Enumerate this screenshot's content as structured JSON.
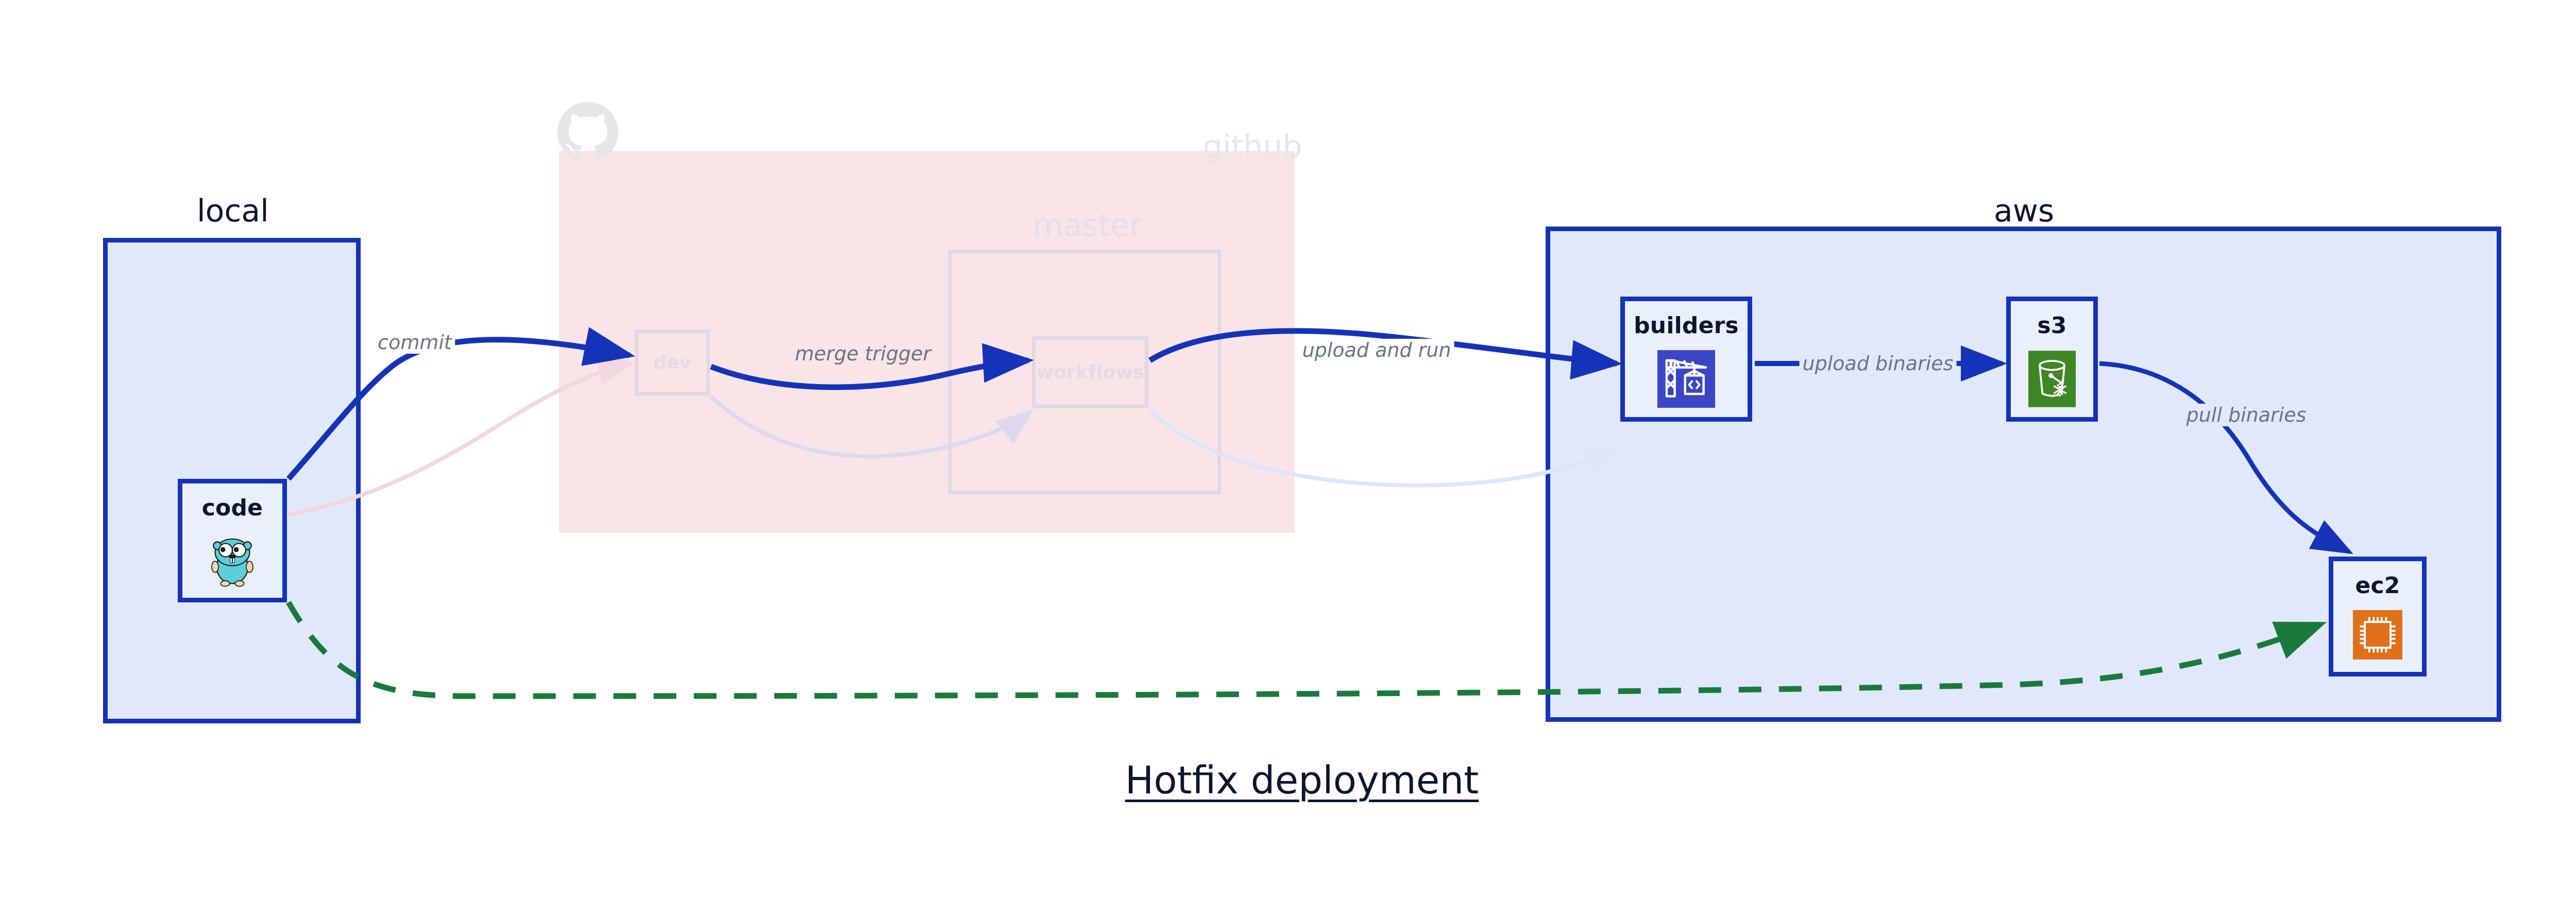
{
  "diagram": {
    "title": "Hotfix deployment",
    "colors": {
      "solid_border": "#1433b8",
      "solid_fill": "#e2e8fb",
      "node_fill": "#eaeffc",
      "faded_pink_fill": "#f9e4e8",
      "faded_border": "#e3d7e4",
      "arrow_blue": "#1433b8",
      "arrow_green": "#1a7a3c",
      "label_grey": "#6b7280",
      "builders_icon_bg": "#3b46c4",
      "s3_icon_bg": "#3f8624",
      "ec2_icon_bg": "#e0701a",
      "github_logo_grey": "#e6e6e6"
    }
  },
  "groups": [
    {
      "id": "local",
      "label": "local",
      "state": "active"
    },
    {
      "id": "github",
      "label": "github",
      "state": "faded"
    },
    {
      "id": "master",
      "label": "master",
      "state": "faded"
    },
    {
      "id": "aws",
      "label": "aws",
      "state": "active"
    }
  ],
  "nodes": [
    {
      "id": "code",
      "label": "code",
      "icon": "go-gopher-icon",
      "state": "active"
    },
    {
      "id": "dev",
      "label": "dev",
      "icon": "none",
      "state": "faded"
    },
    {
      "id": "workflows",
      "label": "workflows",
      "icon": "none",
      "state": "faded"
    },
    {
      "id": "builders",
      "label": "builders",
      "icon": "crane-code-icon",
      "state": "active"
    },
    {
      "id": "s3",
      "label": "s3",
      "icon": "s3-bucket-glacier-icon",
      "state": "active"
    },
    {
      "id": "ec2",
      "label": "ec2",
      "icon": "cpu-chip-icon",
      "state": "active"
    }
  ],
  "edges": [
    {
      "id": "commit",
      "label": "commit",
      "from": "code",
      "to": "dev",
      "style": "solid",
      "color": "#1433b8",
      "state": "active"
    },
    {
      "id": "merge-trigger",
      "label": "merge trigger",
      "from": "dev",
      "to": "workflows",
      "style": "solid",
      "color": "#1433b8",
      "state": "active"
    },
    {
      "id": "upload-and-run",
      "label": "upload and run",
      "from": "workflows",
      "to": "builders",
      "style": "solid",
      "color": "#1433b8",
      "state": "active"
    },
    {
      "id": "upload-binaries",
      "label": "upload binaries",
      "from": "builders",
      "to": "s3",
      "style": "solid",
      "color": "#1433b8",
      "state": "active"
    },
    {
      "id": "pull-binaries",
      "label": "pull binaries",
      "from": "s3",
      "to": "ec2",
      "style": "solid",
      "color": "#1433b8",
      "state": "active"
    },
    {
      "id": "hotfix-direct",
      "label": "",
      "from": "code",
      "to": "ec2",
      "style": "dashed",
      "color": "#1a7a3c",
      "state": "active"
    },
    {
      "id": "ghost-code-dev",
      "label": "",
      "from": "code",
      "to": "dev",
      "style": "solid",
      "color": "#f6dfe5",
      "state": "faded"
    },
    {
      "id": "ghost-dev-workflows",
      "label": "",
      "from": "dev",
      "to": "workflows",
      "style": "solid",
      "color": "#e6e1f2",
      "state": "faded"
    },
    {
      "id": "ghost-workflows-builders",
      "label": "",
      "from": "workflows",
      "to": "builders",
      "style": "solid",
      "color": "#e3eaf8",
      "state": "faded"
    }
  ],
  "icons": {
    "github_logo": "github-octocat-icon"
  }
}
